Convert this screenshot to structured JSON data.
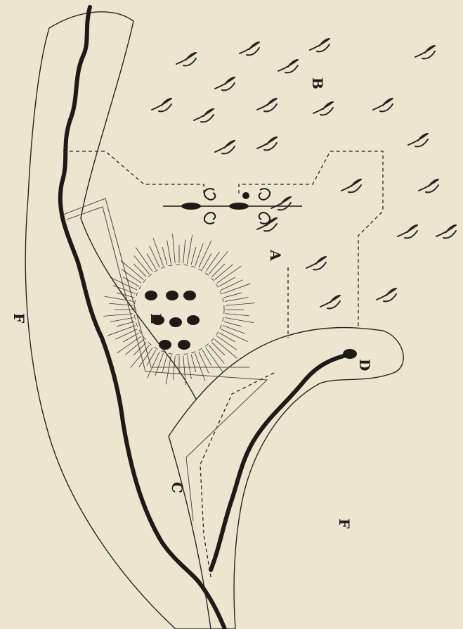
{
  "figure": {
    "labels": {
      "a": "A",
      "b": "B",
      "c": "C",
      "d": "D",
      "e": "E",
      "f_top": "F",
      "f_bottom": "F"
    }
  }
}
